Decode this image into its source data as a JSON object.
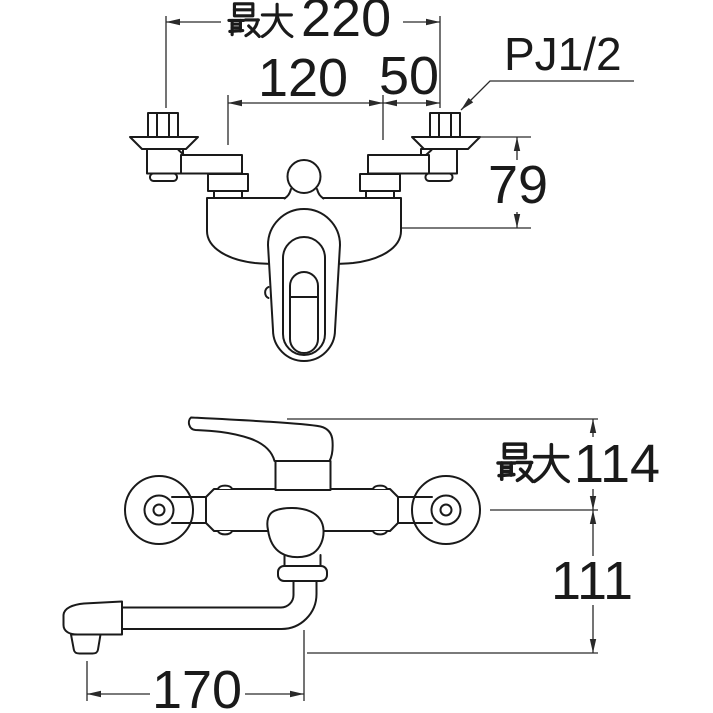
{
  "page": {
    "background": "#ffffff",
    "line_color": "#1a1a1a"
  },
  "drawing": {
    "kind": "faucet-dimension-diagram",
    "top_view": {
      "dim_max_width": {
        "label": "最大220",
        "prefix": "最大",
        "value": "220"
      },
      "dim_pitch": {
        "label": "120",
        "value": "120"
      },
      "dim_offset": {
        "label": "50",
        "value": "50"
      },
      "thread_callout": {
        "label": "PJ1/2",
        "value": "PJ1/2"
      },
      "dim_depth": {
        "label": "79",
        "value": "79"
      }
    },
    "front_view": {
      "dim_max_height": {
        "label": "最大114",
        "prefix": "最大",
        "value": "114"
      },
      "dim_drop": {
        "label": "111",
        "value": "111"
      },
      "dim_reach": {
        "label": "170",
        "value": "170"
      }
    }
  }
}
